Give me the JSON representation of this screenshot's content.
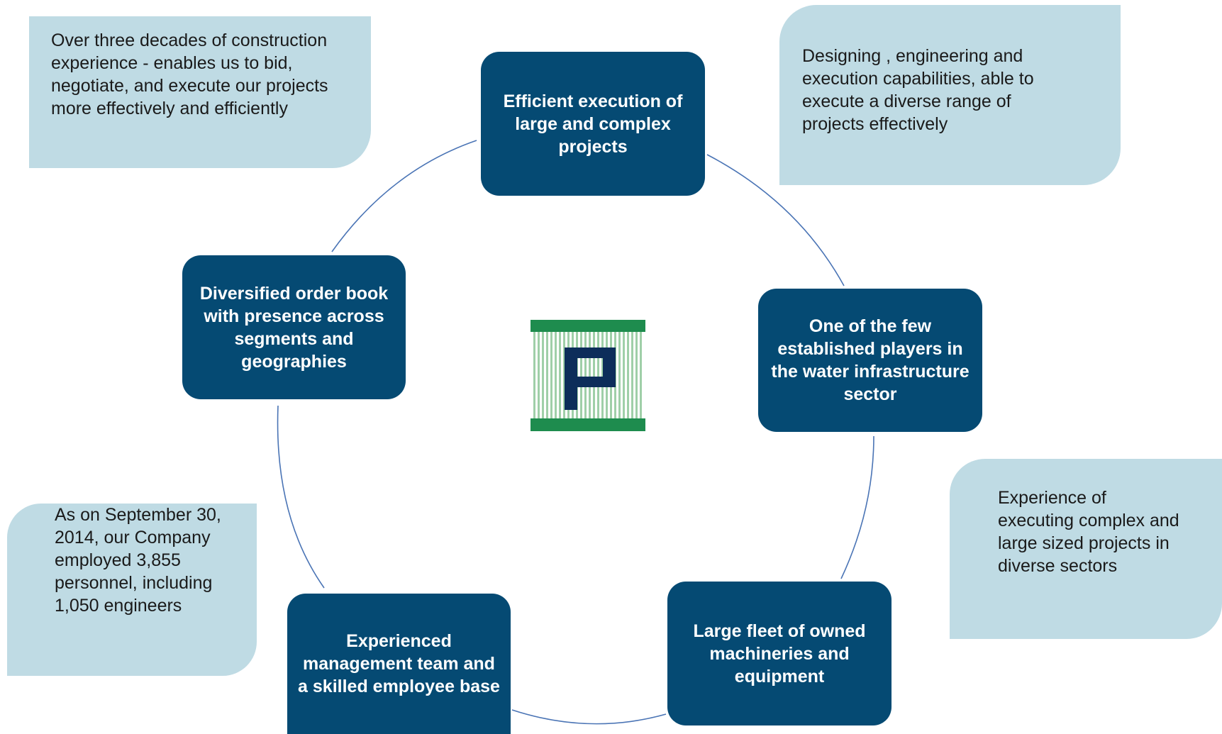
{
  "nodes": {
    "efficient_execution": "Efficient execution of large and complex projects",
    "water_infrastructure": "One of the few established players in the water infrastructure sector",
    "large_fleet": "Large fleet of owned machineries and equipment",
    "experienced_management": "Experienced management team and a skilled employee base",
    "diversified_order_book": "Diversified order book with presence across segments and geographies"
  },
  "notes": {
    "construction_experience": "Over three decades of construction experience - enables us to bid, negotiate, and execute our projects more effectively and efficiently",
    "design_engineering": "Designing , engineering and execution capabilities, able to execute a diverse range of projects effectively",
    "complex_projects": "Experience of executing complex and large sized projects in diverse sectors",
    "personnel": "As on September 30, 2014, our Company employed 3,855 personnel, including 1,050 engineers"
  },
  "logo": {
    "letter": "P",
    "colors": {
      "green": "#1e8c4e",
      "stripe": "#9fcfa8",
      "navy": "#0d2d5a"
    }
  },
  "colors": {
    "node_fill": "#054a73",
    "note_fill": "#bfdbe4",
    "connector": "#4a74b5"
  }
}
